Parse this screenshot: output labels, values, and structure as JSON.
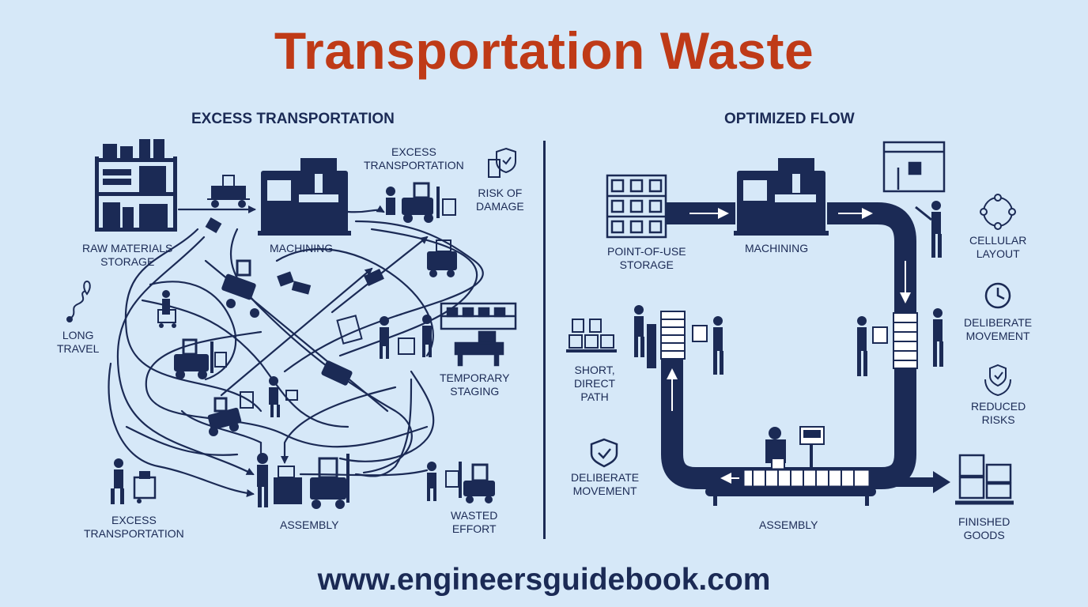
{
  "title": "Transportation Waste",
  "footer": "www.engineersguidebook.com",
  "left": {
    "heading": "EXCESS TRANSPORTATION",
    "labels": {
      "raw_materials": [
        "RAW MATERIALS",
        "STORAGE"
      ],
      "machining": "MACHINING",
      "excess_top": [
        "EXCESS",
        "TRANSPORTATION"
      ],
      "risk": [
        "RISK OF",
        "DAMAGE"
      ],
      "long_travel": [
        "LONG",
        "TRAVEL"
      ],
      "temporary": [
        "TEMPORARY",
        "STAGING"
      ],
      "excess_bottom": [
        "EXCESS",
        "TRANSPORTATION"
      ],
      "assembly": "ASSEMBLY",
      "wasted": [
        "WASTED",
        "EFFORT"
      ]
    }
  },
  "right": {
    "heading": "OPTIMIZED FLOW",
    "labels": {
      "pou": [
        "POINT-OF-USE",
        "STORAGE"
      ],
      "machining": "MACHINING",
      "cellular": [
        "CELLULAR",
        "LAYOUT"
      ],
      "deliberate_top": [
        "DELIBERATE",
        "MOVEMENT"
      ],
      "short_path": [
        "SHORT,",
        "DIRECT",
        "PATH"
      ],
      "reduced": [
        "REDUCED",
        "RISKS"
      ],
      "deliberate_bottom": [
        "DELIBERATE",
        "MOVEMENT"
      ],
      "assembly": "ASSEMBLY",
      "finished": [
        "FINISHED",
        "GOODS"
      ]
    }
  },
  "colors": {
    "background": "#d6e8f8",
    "navy": "#1b2a55",
    "title_orange": "#bf3a17"
  }
}
